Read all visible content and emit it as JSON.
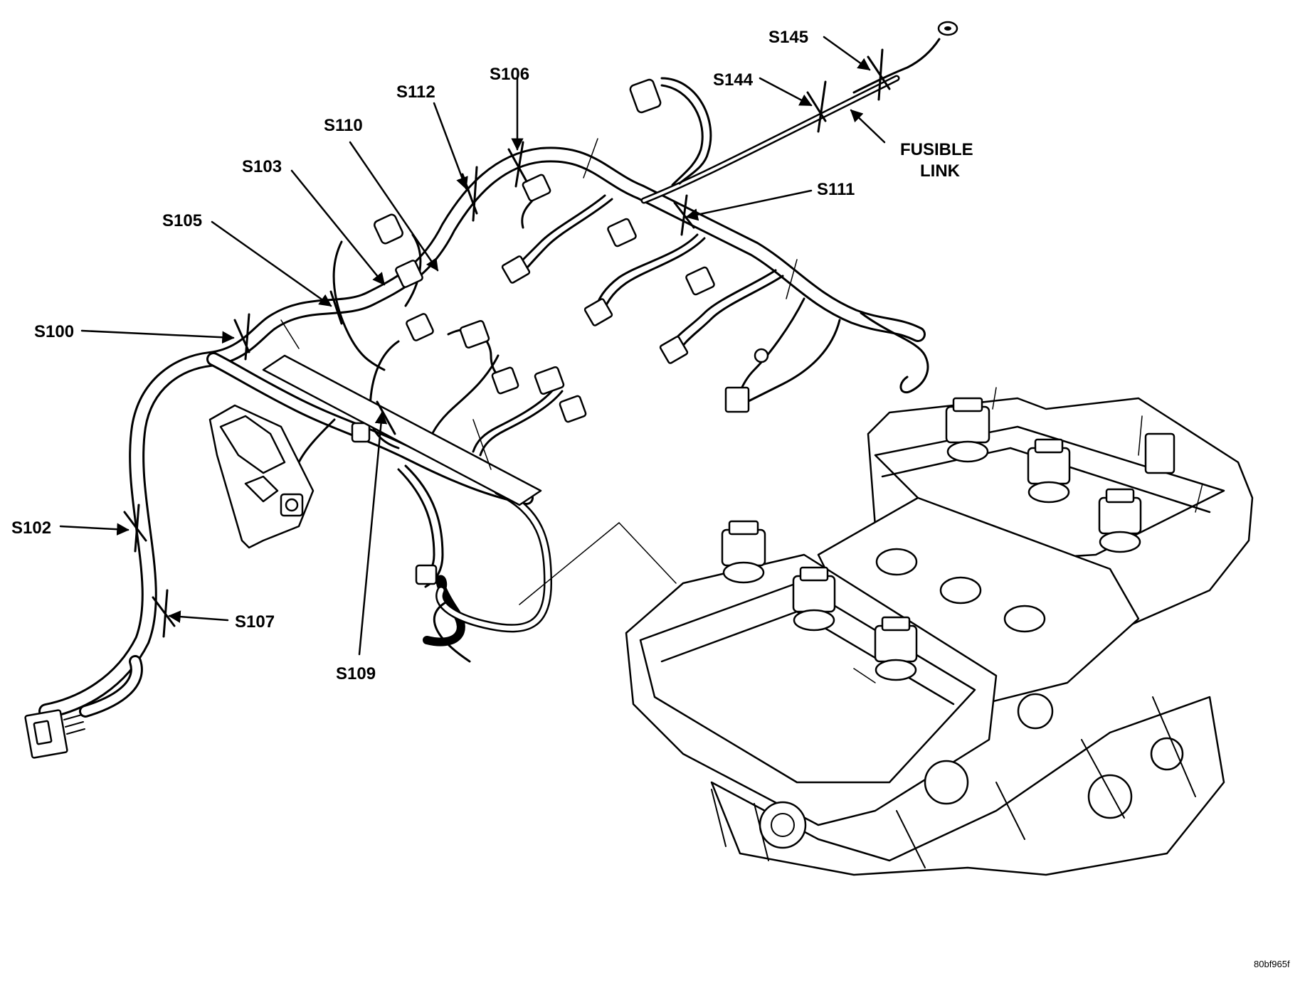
{
  "splice_labels": [
    {
      "id": "s145",
      "text": "S145"
    },
    {
      "id": "s144",
      "text": "S144"
    },
    {
      "id": "s106",
      "text": "S106"
    },
    {
      "id": "s112",
      "text": "S112"
    },
    {
      "id": "s110",
      "text": "S110"
    },
    {
      "id": "s103",
      "text": "S103"
    },
    {
      "id": "s105",
      "text": "S105"
    },
    {
      "id": "s111",
      "text": "S111"
    },
    {
      "id": "s100",
      "text": "S100"
    },
    {
      "id": "s102",
      "text": "S102"
    },
    {
      "id": "s107",
      "text": "S107"
    },
    {
      "id": "s109",
      "text": "S109"
    }
  ],
  "fusible_link": {
    "line1": "FUSIBLE",
    "line2": "LINK"
  },
  "figure_code": "80bf965f",
  "colors": {
    "ink": "#000000",
    "paper": "#ffffff"
  }
}
